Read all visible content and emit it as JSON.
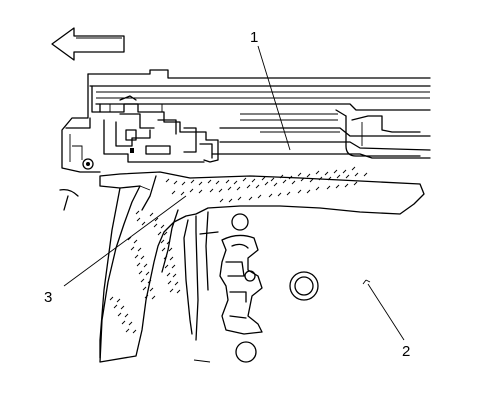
{
  "callouts": [
    {
      "id": "callout-1",
      "label": "1"
    },
    {
      "id": "callout-2",
      "label": "2"
    },
    {
      "id": "callout-3",
      "label": "3"
    }
  ],
  "icons": {
    "direction_arrow": "arrow-left-icon"
  }
}
